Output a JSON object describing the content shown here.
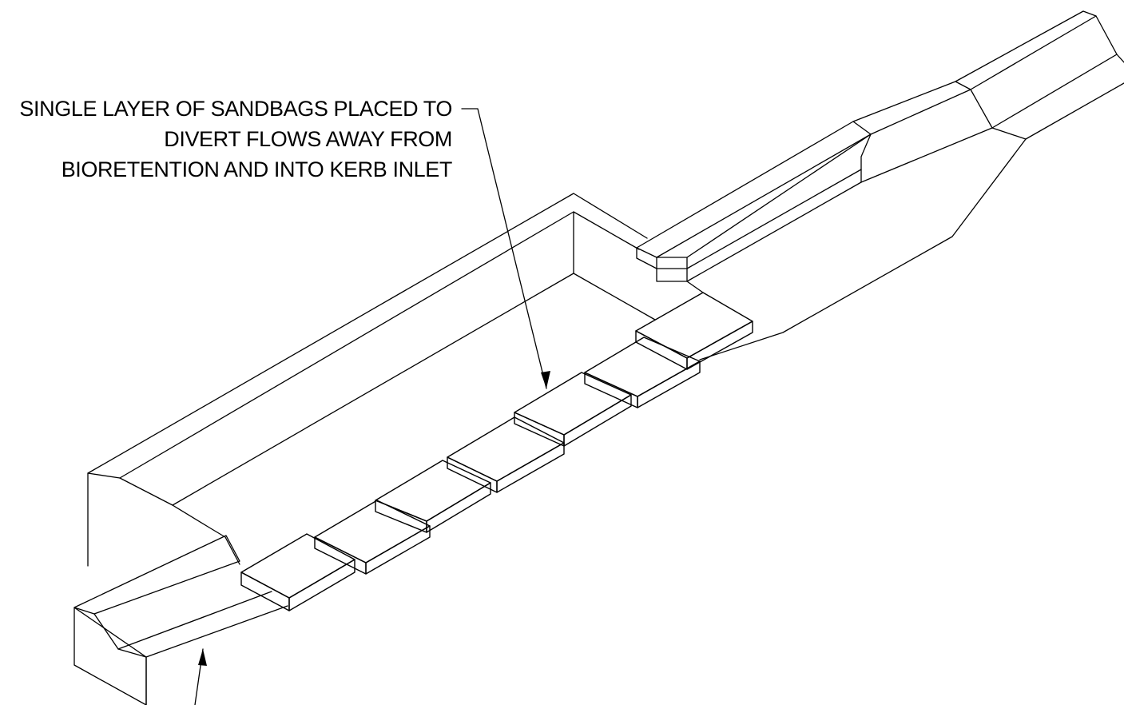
{
  "annotations": {
    "sandbag_note": {
      "lines": [
        "SINGLE LAYER OF SANDBAGS PLACED TO",
        "DIVERT FLOWS AWAY FROM",
        "BIORETENTION AND INTO KERB INLET"
      ]
    }
  },
  "sandbags": {
    "count": 7
  },
  "colors": {
    "line": "#000000",
    "background": "#ffffff"
  }
}
